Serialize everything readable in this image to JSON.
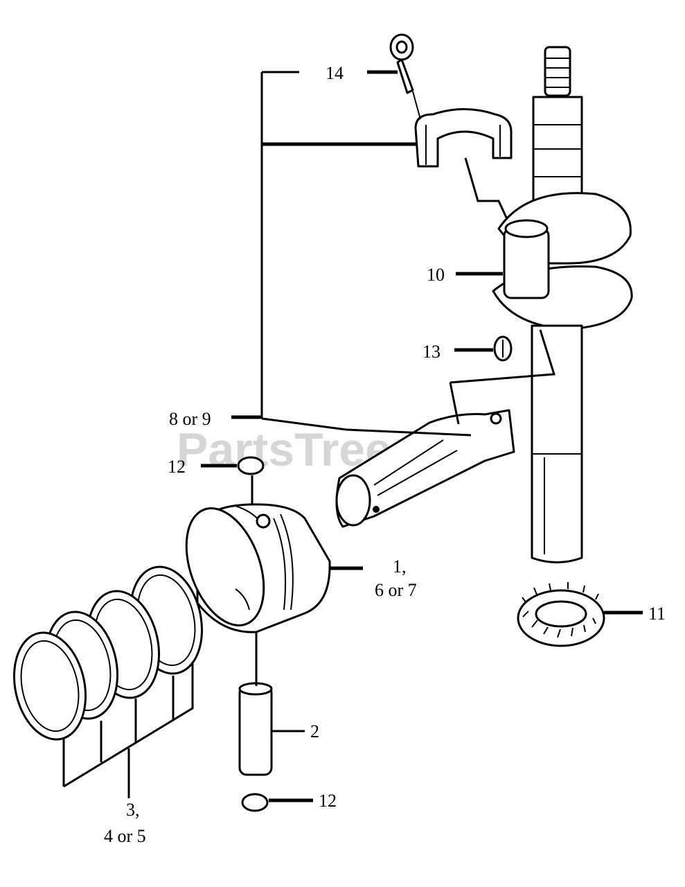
{
  "watermark": "PartsTree",
  "labels": {
    "p14": "14",
    "p10": "10",
    "p13": "13",
    "p8_9": "8 or 9",
    "p12_top": "12",
    "p1_a": "1,",
    "p1_b": "6 or 7",
    "p11": "11",
    "p2": "2",
    "p12_bottom": "12",
    "p3_a": "3,",
    "p3_b": "4 or 5"
  }
}
